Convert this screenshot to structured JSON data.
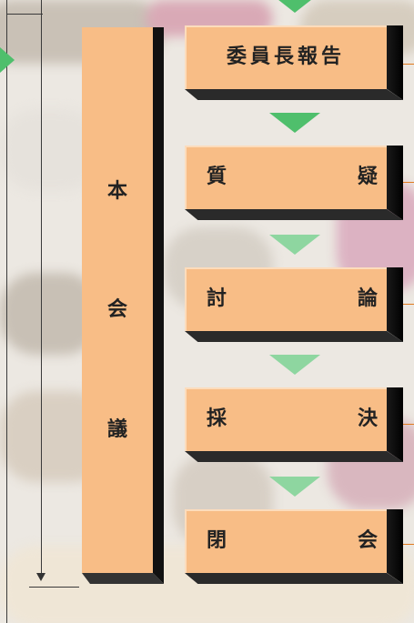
{
  "plenary": {
    "chars": [
      "本",
      "会",
      "議"
    ]
  },
  "steps": [
    {
      "left": "委員長報告",
      "right": ""
    },
    {
      "left": "質",
      "right": "疑"
    },
    {
      "left": "討",
      "right": "論"
    },
    {
      "left": "採",
      "right": "決"
    },
    {
      "left": "閉",
      "right": "会"
    }
  ],
  "colors": {
    "box_face": "#f8bd86",
    "arrow": "#4fbf6c",
    "tick": "#e07b20"
  }
}
